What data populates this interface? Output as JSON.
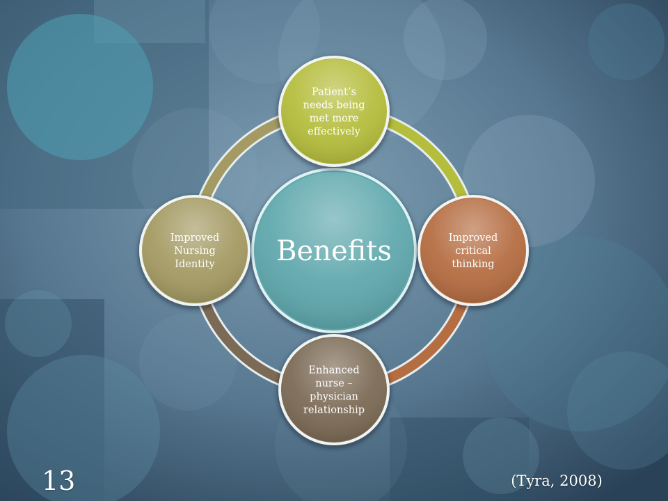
{
  "slide": {
    "background_color": "#4a6c84",
    "number": "13",
    "citation": "(Tyra, 2008)"
  },
  "diagram": {
    "center": {
      "label": "Benefits",
      "color": "#5fa8ad"
    },
    "nodes": [
      {
        "label": "Patient’s needs being met more effectively",
        "color": "#b5bd3c"
      },
      {
        "label": "Improved critical thinking",
        "color": "#b56d42"
      },
      {
        "label": "Enhanced nurse – physician relationship",
        "color": "#7b6a55"
      },
      {
        "label": "Improved Nursing Identity",
        "color": "#a49a63"
      }
    ]
  }
}
